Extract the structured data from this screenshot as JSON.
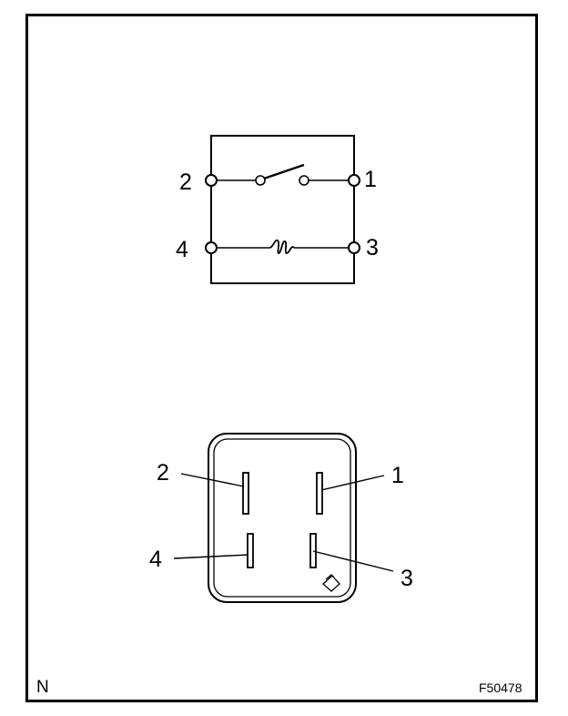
{
  "schematic": {
    "pins": [
      {
        "number": "1"
      },
      {
        "number": "2"
      },
      {
        "number": "3"
      },
      {
        "number": "4"
      }
    ]
  },
  "connector": {
    "pins": [
      {
        "number": "1"
      },
      {
        "number": "2"
      },
      {
        "number": "3"
      },
      {
        "number": "4"
      }
    ]
  },
  "footer": {
    "left_mark": "N",
    "figure_code": "F50478"
  }
}
